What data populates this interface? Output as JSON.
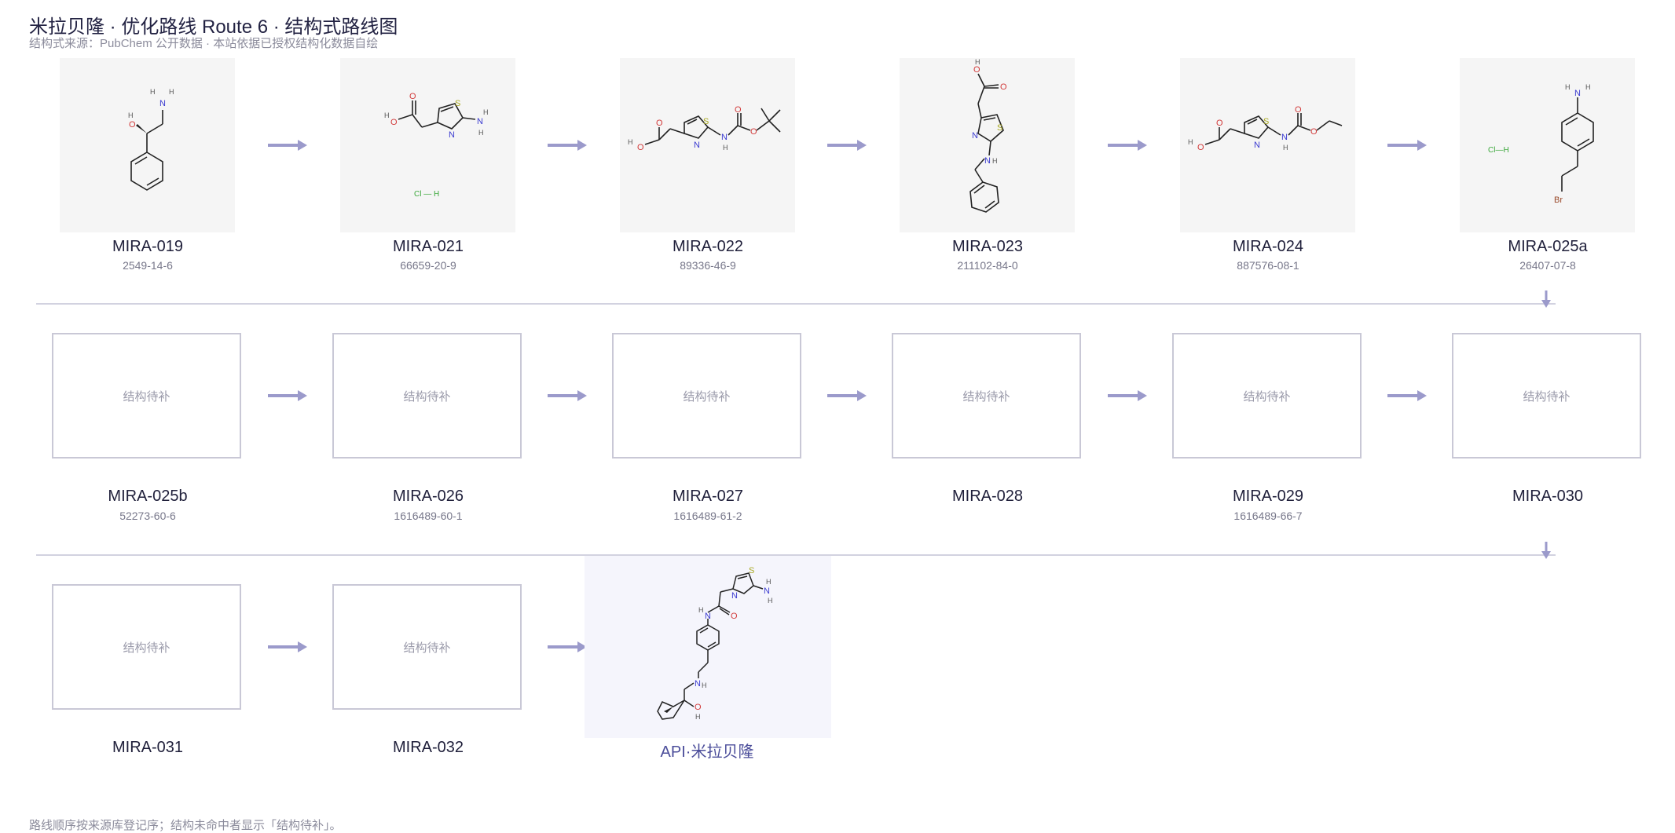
{
  "header": {
    "title": "米拉贝隆 · 优化路线 Route 6 · 结构式路线图",
    "subtitle": "结构式来源：PubChem 公开数据 · 本站依据已授权结构化数据自绘"
  },
  "placeholder_label": "结构待补",
  "row1": [
    {
      "id": "MIRA-019",
      "cas": "2549-14-6"
    },
    {
      "id": "MIRA-021",
      "cas": "66659-20-9"
    },
    {
      "id": "MIRA-022",
      "cas": "89336-46-9"
    },
    {
      "id": "MIRA-023",
      "cas": "211102-84-0"
    },
    {
      "id": "MIRA-024",
      "cas": "887576-08-1"
    },
    {
      "id": "MIRA-025a",
      "cas": "26407-07-8"
    }
  ],
  "row2": [
    {
      "id": "MIRA-025b",
      "cas": "52273-60-6"
    },
    {
      "id": "MIRA-026",
      "cas": "1616489-60-1"
    },
    {
      "id": "MIRA-027",
      "cas": "1616489-61-2"
    },
    {
      "id": "MIRA-028",
      "cas": ""
    },
    {
      "id": "MIRA-029",
      "cas": "1616489-66-7"
    },
    {
      "id": "MIRA-030",
      "cas": ""
    }
  ],
  "row3": [
    {
      "id": "MIRA-031"
    },
    {
      "id": "MIRA-032"
    }
  ],
  "api": {
    "label": "API·米拉贝隆"
  },
  "atom_labels": {
    "hcl": "Cl — H",
    "hcl_short": "Cl—H",
    "h": "H",
    "nh": "N",
    "o": "O",
    "s": "S",
    "n": "N",
    "br": "Br"
  },
  "footnote": "路线顺序按来源库登记序；结构未命中者显示「结构待补」。",
  "colors": {
    "arrow": "#9b9acb",
    "nitrogen": "#3b3bd0",
    "oxygen": "#d23b3b",
    "sulfur": "#a8a820",
    "chlorine": "#3ba83b",
    "bromine": "#9a4a2a"
  }
}
